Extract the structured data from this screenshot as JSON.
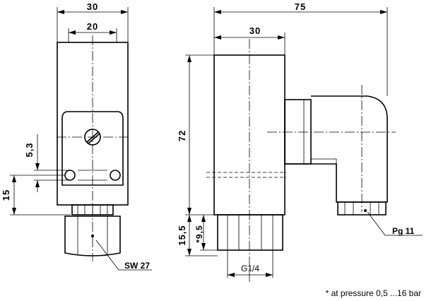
{
  "dimensions": {
    "front_width": "30",
    "front_inner_width": "20",
    "front_5_3": "5,3",
    "front_15": "15",
    "side_total_width": "75",
    "side_body_width": "30",
    "side_height": "72",
    "side_15_5": "15,5",
    "side_9_5": "*9,5"
  },
  "labels": {
    "wrench_size": "SW 27",
    "thread": "G1/4",
    "cable_gland": "Pg 11"
  },
  "footnote": "* at pressure 0,5 ...16 bar"
}
